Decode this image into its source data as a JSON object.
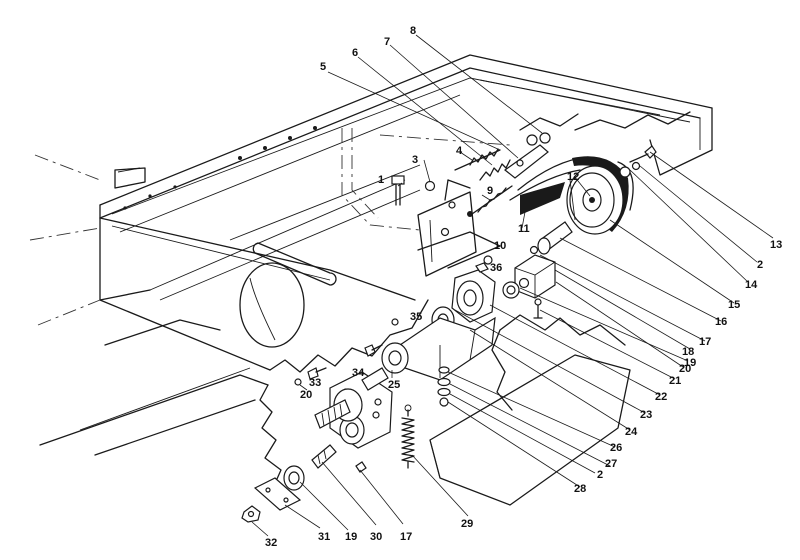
{
  "callouts": [
    "1",
    "2",
    "3",
    "4",
    "5",
    "6",
    "7",
    "8",
    "9",
    "10",
    "11",
    "12",
    "13",
    "14",
    "15",
    "16",
    "17",
    "18",
    "19",
    "20",
    "21",
    "22",
    "23",
    "24",
    "25",
    "26",
    "27",
    "28",
    "29",
    "30",
    "31",
    "32",
    "33",
    "34",
    "35",
    "36"
  ],
  "colors": {
    "ink": "#1a1a1a",
    "background": "#ffffff"
  }
}
